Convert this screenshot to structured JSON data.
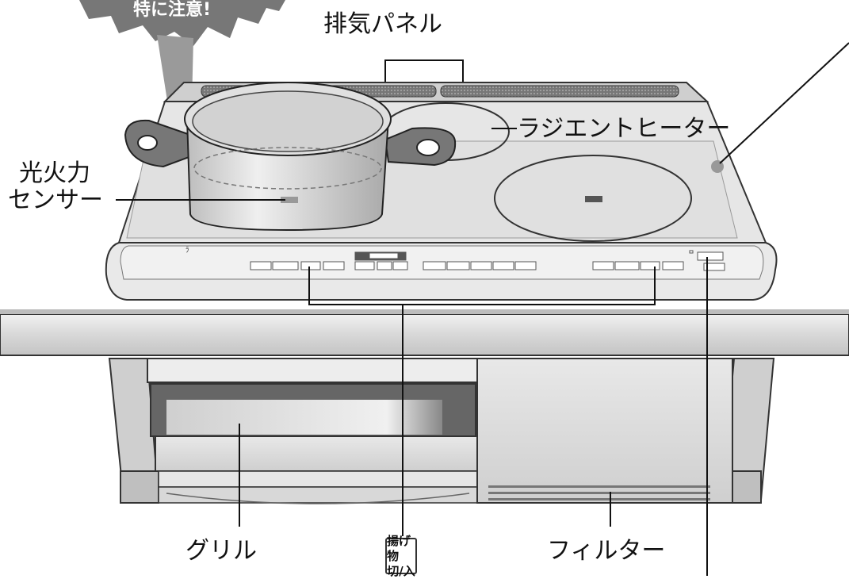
{
  "callouts": {
    "warning": "特に注意!",
    "exhaust_panel": "排気パネル",
    "radiant_heater": "ラジエントヒーター",
    "flame_sensor_line1": "光火力",
    "flame_sensor_line2": "センサー",
    "grill": "グリル",
    "filter": "フィルター"
  },
  "button_icon": {
    "line1": "揚げ物",
    "line2": "切/入"
  }
}
